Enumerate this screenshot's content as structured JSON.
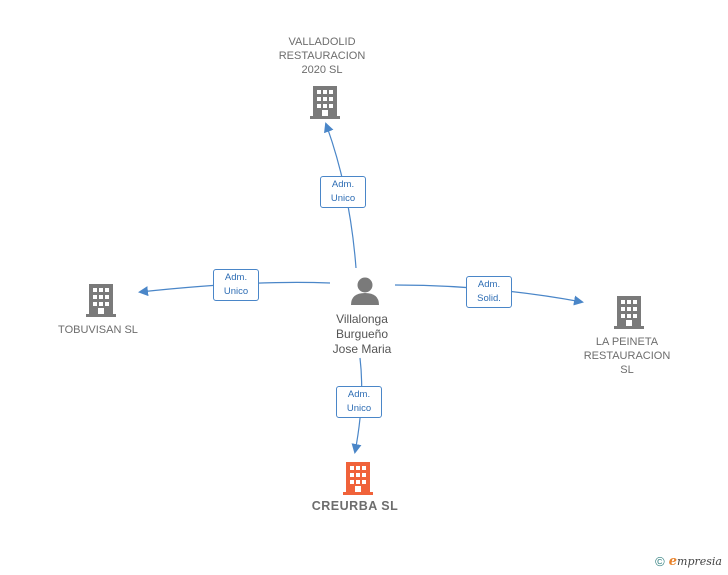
{
  "colors": {
    "edge": "#4a86c8",
    "company_icon": "#7a7a7a",
    "primary_company_icon": "#f0623a",
    "person_icon": "#7a7a7a"
  },
  "center_person": {
    "label": "Villalonga\nBurgueño\nJose Maria",
    "icon": "person-icon"
  },
  "companies": {
    "valladolid": {
      "label": "VALLADOLID\nRESTAURACION\n2020  SL",
      "icon": "building-icon"
    },
    "tobuvisan": {
      "label": "TOBUVISAN SL",
      "icon": "building-icon"
    },
    "peineta": {
      "label": "LA PEINETA\nRESTAURACION\nSL",
      "icon": "building-icon"
    },
    "creurba": {
      "label": "CREURBA  SL",
      "icon": "building-icon"
    }
  },
  "relations": {
    "valladolid": "Adm.\nUnico",
    "tobuvisan": "Adm.\nUnico",
    "peineta": "Adm.\nSolid.",
    "creurba": "Adm.\nUnico"
  },
  "footer": {
    "copyright_symbol": "©",
    "brand_initial": "e",
    "brand_rest": "mpresia"
  }
}
